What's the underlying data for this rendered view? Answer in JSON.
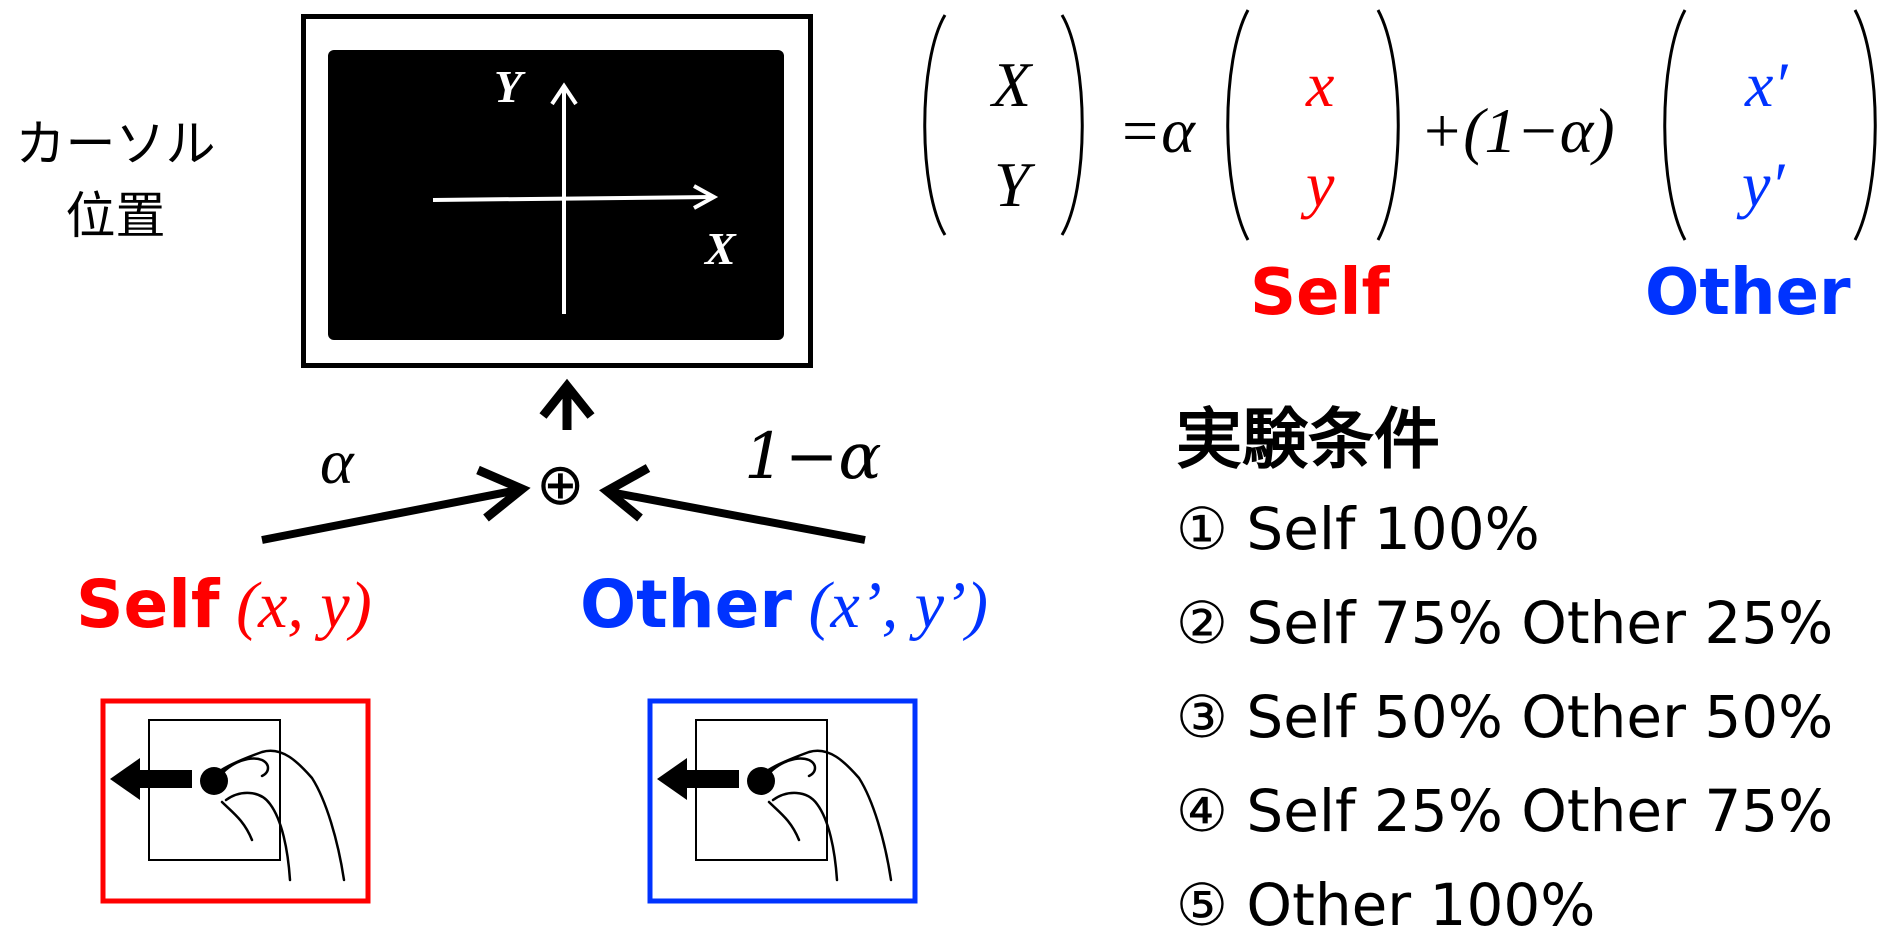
{
  "labels": {
    "cursor_pos": [
      "カーソル",
      "位置"
    ],
    "screen_y": "Y",
    "screen_x": "X",
    "alpha": "α",
    "one_minus_alpha": "1−α",
    "sum_symbol": "⊕"
  },
  "equation": {
    "lhs": [
      "X",
      "Y"
    ],
    "equals_alpha": "=α",
    "self_vec": [
      "x",
      "y"
    ],
    "plus_one_minus_alpha": "+(1−α)",
    "other_vec": [
      "x′",
      "y′"
    ]
  },
  "self": {
    "name": "Self",
    "coords": "(x, y)",
    "color": "#ff0000"
  },
  "other": {
    "name": "Other",
    "coords": "(x’, y’)",
    "color": "#0033ff"
  },
  "conditions": {
    "title": "実験条件",
    "items": [
      "① Self 100%",
      "② Self 75% Other 25%",
      "③ Self 50% Other 50%",
      "④ Self 25% Other 75%",
      "⑤ Other 100%"
    ]
  }
}
